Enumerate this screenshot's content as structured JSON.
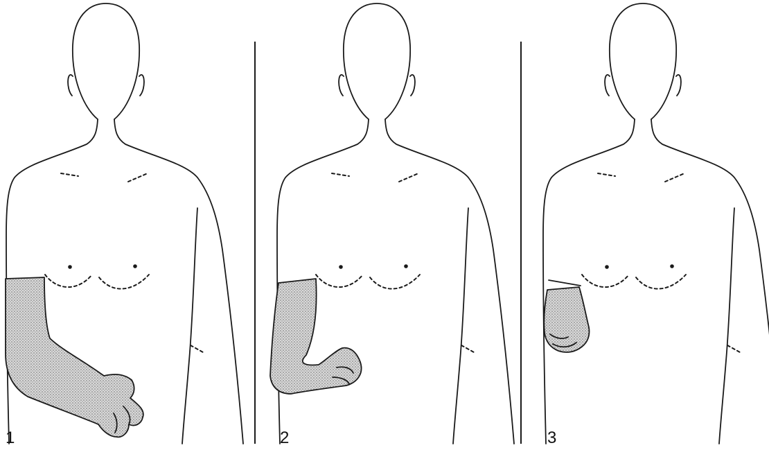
{
  "figure": {
    "panels": [
      {
        "label": "1",
        "shaded_region": "forearm-and-hand"
      },
      {
        "label": "2",
        "shaded_region": "forearm-and-hand"
      },
      {
        "label": "3",
        "shaded_region": "hand"
      }
    ],
    "colors": {
      "background": "#ffffff",
      "line": "#1a1a1a",
      "stipple": "#8c8c8c"
    }
  }
}
